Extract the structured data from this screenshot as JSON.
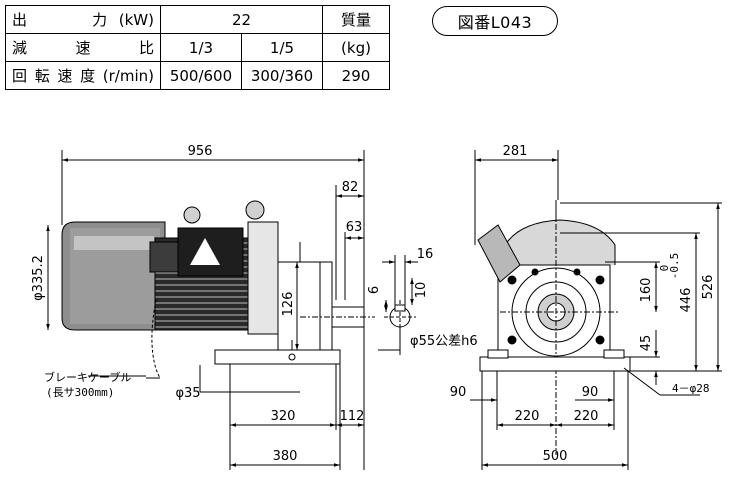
{
  "spec_table": {
    "output_label": "出　　力(kW)",
    "output_value": "22",
    "mass_label": "質量",
    "reduction_label": "減　速　比",
    "ratio_1": "1/3",
    "ratio_2": "1/5",
    "mass_unit": "(kg)",
    "speed_label": "回転速度(r/min)",
    "speed_1": "500/600",
    "speed_2": "300/360",
    "mass_value": "290"
  },
  "figure_number": "図番L043",
  "side_view": {
    "dim_overall": "956",
    "dim_82": "82",
    "dim_63": "63",
    "dim_diameter": "φ335.2",
    "dim_126": "126",
    "dim_320": "320",
    "dim_112": "112",
    "dim_380": "380",
    "dim_phi35": "φ35",
    "brake_cable_line1": "ブレーキケーブル",
    "brake_cable_line2": "(長サ300mm)"
  },
  "shaft_detail": {
    "dim_16": "16",
    "dim_6": "6",
    "dim_10": "10",
    "dim_shaft": "φ55公差h6"
  },
  "front_view": {
    "dim_281": "281",
    "dim_526": "526",
    "dim_446": "446",
    "dim_160": "160",
    "tol_upper": "0",
    "tol_lower": "-0.5",
    "dim_45": "45",
    "dim_holes": "4－φ28",
    "dim_90_left": "90",
    "dim_220_left": "220",
    "dim_90_right": "90",
    "dim_220_right": "220",
    "dim_500": "500"
  }
}
